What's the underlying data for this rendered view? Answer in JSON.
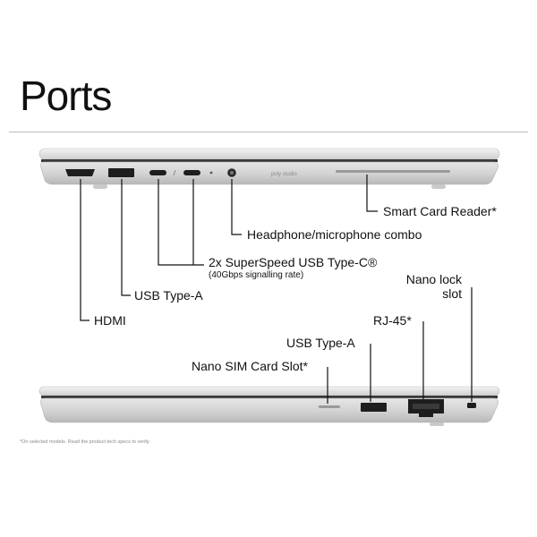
{
  "page": {
    "title": "Ports",
    "footnote": "*On selected models. Read the product tech specs to verify."
  },
  "laptop_left_side": {
    "brand_text": "poly studio",
    "labels": {
      "hdmi": "HDMI",
      "usb_a": "USB Type-A",
      "usb_c": "2x SuperSpeed USB Type-C®",
      "usb_c_note": "(40Gbps signalling rate)",
      "headphone": "Headphone/microphone combo",
      "smart_card": "Smart Card Reader*"
    }
  },
  "laptop_right_side": {
    "labels": {
      "nano_lock": "Nano lock slot",
      "rj45": "RJ-45*",
      "usb_a": "USB Type-A",
      "nano_sim": "Nano SIM Card Slot*"
    }
  },
  "colors": {
    "chassis": "#dcdcdc",
    "chassis_dark": "#a9a9a9",
    "port": "#1e1e1e",
    "line": "#111111"
  }
}
